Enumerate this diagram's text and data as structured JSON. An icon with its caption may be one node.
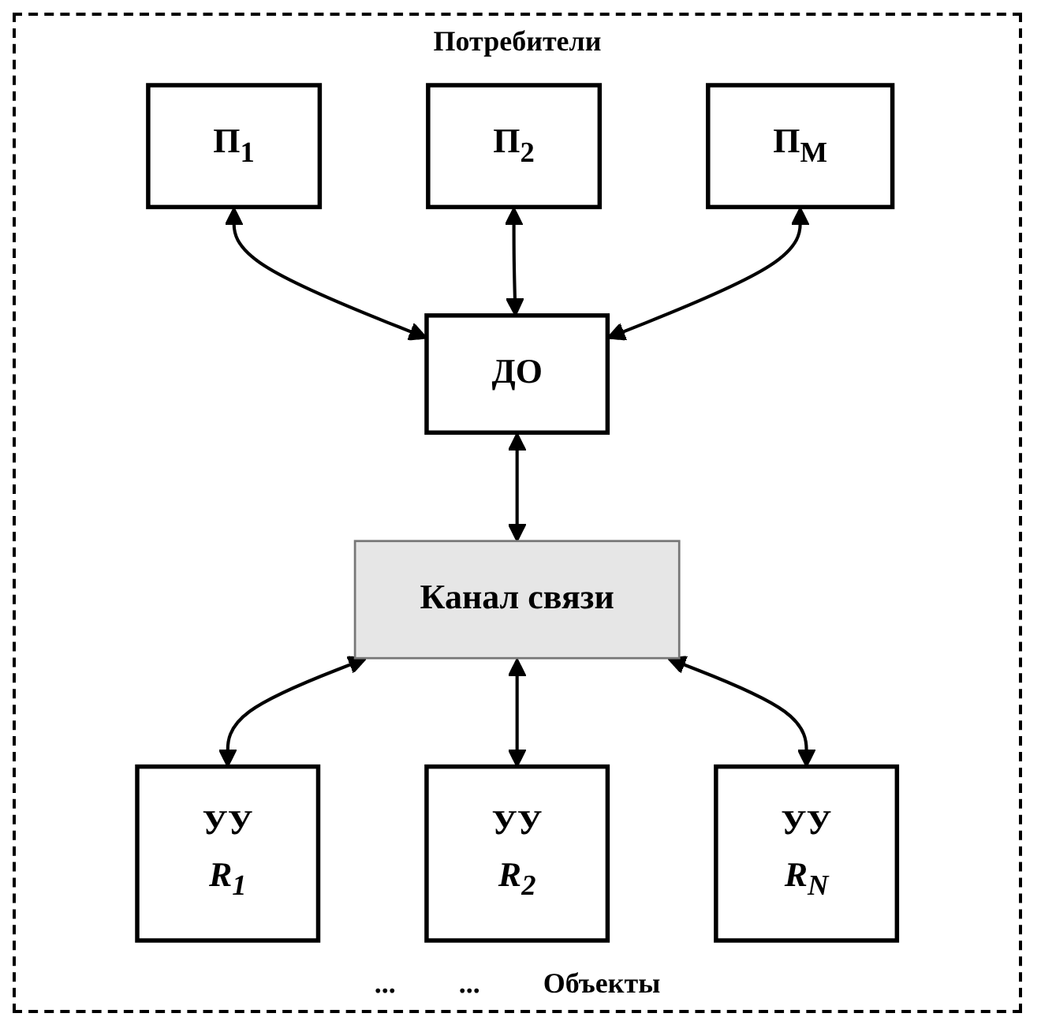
{
  "diagram": {
    "nodes": [
      {
        "text": [
          "П$_{1}$"
        ]
      },
      {
        "text": [
          "П$_{2}$"
        ]
      },
      {
        "text": [
          "П$_{M}$"
        ]
      },
      {
        "text": [
          "ДО"
        ]
      },
      {
        "text": [
          "Канал связи"
        ]
      },
      {
        "text": [
          "УУ",
          "R$_{1}$"
        ]
      },
      {
        "text": [
          "УУ",
          "R$_{2}$"
        ]
      },
      {
        "text": [
          "УУ",
          "R$_{N}$"
        ]
      }
    ],
    "edges": [
      {
        "from": 0,
        "to": 3,
        "arrow": "both"
      },
      {
        "from": 1,
        "to": 3,
        "arrow": "both"
      },
      {
        "from": 2,
        "to": 3,
        "arrow": "both"
      },
      {
        "from": 3,
        "to": 4,
        "arrow": "both"
      },
      {
        "from": 4,
        "to": 5,
        "arrow": "both"
      },
      {
        "from": 4,
        "to": 6,
        "arrow": "both"
      },
      {
        "from": 4,
        "to": 7,
        "arrow": "both"
      }
    ],
    "labels": [
      "Потребители",
      "...",
      "...",
      "Объекты"
    ]
  }
}
